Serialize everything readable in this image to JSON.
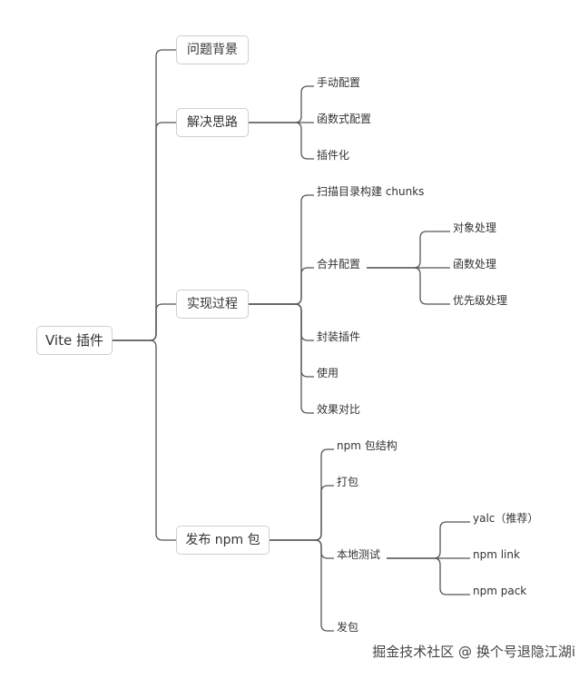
{
  "root": "Vite 插件",
  "branches": [
    {
      "label": "问题背景",
      "children": []
    },
    {
      "label": "解决思路",
      "children": [
        "手动配置",
        "函数式配置",
        "插件化"
      ]
    },
    {
      "label": "实现过程",
      "children": [
        "扫描目录构建 chunks",
        "合并配置",
        "封装插件",
        "使用",
        "效果对比"
      ],
      "merge_children": [
        "对象处理",
        "函数处理",
        "优先级处理"
      ]
    },
    {
      "label": "发布 npm 包",
      "children": [
        "npm 包结构",
        "打包",
        "本地测试",
        "发包"
      ],
      "test_children": [
        "yalc（推荐）",
        "npm link",
        "npm pack"
      ]
    }
  ],
  "watermark": "掘金技术社区 @ 换个号退隐江湖i"
}
